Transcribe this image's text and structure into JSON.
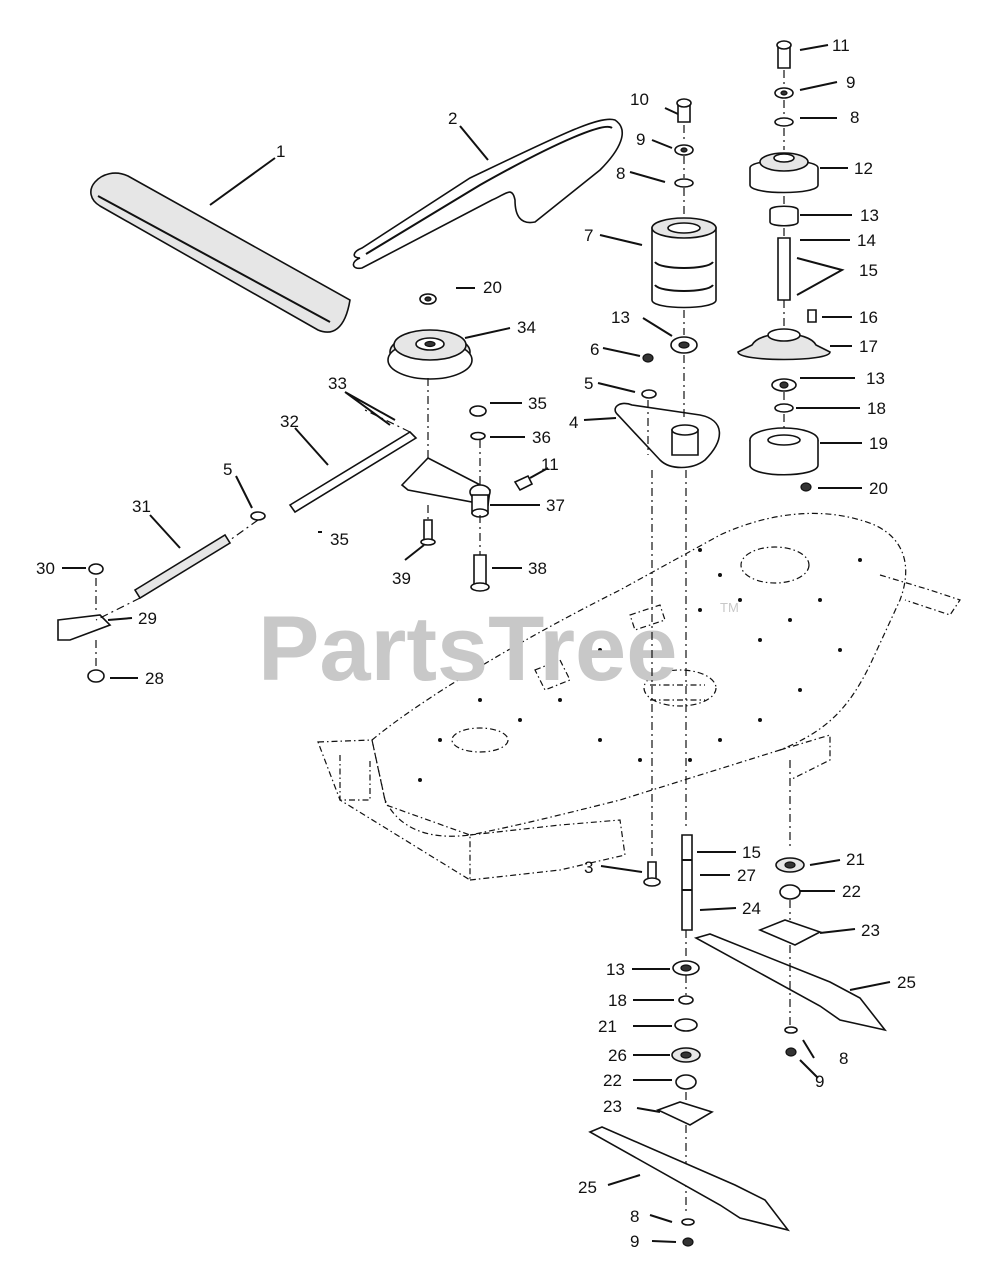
{
  "watermark": {
    "text": "PartsTree",
    "trademark": "TM"
  },
  "callouts": [
    {
      "id": "c1",
      "text": "1"
    },
    {
      "id": "c2",
      "text": "2"
    },
    {
      "id": "c3",
      "text": "3"
    },
    {
      "id": "c4",
      "text": "4"
    },
    {
      "id": "c5a",
      "text": "5"
    },
    {
      "id": "c5b",
      "text": "5"
    },
    {
      "id": "c6",
      "text": "6"
    },
    {
      "id": "c7",
      "text": "7"
    },
    {
      "id": "c8a",
      "text": "8"
    },
    {
      "id": "c8b",
      "text": "8"
    },
    {
      "id": "c8c",
      "text": "8"
    },
    {
      "id": "c8d",
      "text": "8"
    },
    {
      "id": "c9a",
      "text": "9"
    },
    {
      "id": "c9b",
      "text": "9"
    },
    {
      "id": "c9c",
      "text": "9"
    },
    {
      "id": "c9d",
      "text": "9"
    },
    {
      "id": "c10",
      "text": "10"
    },
    {
      "id": "c11a",
      "text": "11"
    },
    {
      "id": "c11b",
      "text": "11"
    },
    {
      "id": "c12",
      "text": "12"
    },
    {
      "id": "c13a",
      "text": "13"
    },
    {
      "id": "c13b",
      "text": "13"
    },
    {
      "id": "c13c",
      "text": "13"
    },
    {
      "id": "c13d",
      "text": "13"
    },
    {
      "id": "c14",
      "text": "14"
    },
    {
      "id": "c15a",
      "text": "15"
    },
    {
      "id": "c15b",
      "text": "15"
    },
    {
      "id": "c16",
      "text": "16"
    },
    {
      "id": "c17",
      "text": "17"
    },
    {
      "id": "c18a",
      "text": "18"
    },
    {
      "id": "c18b",
      "text": "18"
    },
    {
      "id": "c19",
      "text": "19"
    },
    {
      "id": "c20a",
      "text": "20"
    },
    {
      "id": "c20b",
      "text": "20"
    },
    {
      "id": "c21a",
      "text": "21"
    },
    {
      "id": "c21b",
      "text": "21"
    },
    {
      "id": "c22a",
      "text": "22"
    },
    {
      "id": "c22b",
      "text": "22"
    },
    {
      "id": "c23a",
      "text": "23"
    },
    {
      "id": "c23b",
      "text": "23"
    },
    {
      "id": "c24",
      "text": "24"
    },
    {
      "id": "c25a",
      "text": "25"
    },
    {
      "id": "c25b",
      "text": "25"
    },
    {
      "id": "c26",
      "text": "26"
    },
    {
      "id": "c27",
      "text": "27"
    },
    {
      "id": "c28",
      "text": "28"
    },
    {
      "id": "c29",
      "text": "29"
    },
    {
      "id": "c30",
      "text": "30"
    },
    {
      "id": "c31",
      "text": "31"
    },
    {
      "id": "c32",
      "text": "32"
    },
    {
      "id": "c33",
      "text": "33"
    },
    {
      "id": "c34",
      "text": "34"
    },
    {
      "id": "c35a",
      "text": "35"
    },
    {
      "id": "c35b",
      "text": "35"
    },
    {
      "id": "c36",
      "text": "36"
    },
    {
      "id": "c37",
      "text": "37"
    },
    {
      "id": "c38",
      "text": "38"
    },
    {
      "id": "c39",
      "text": "39"
    }
  ]
}
